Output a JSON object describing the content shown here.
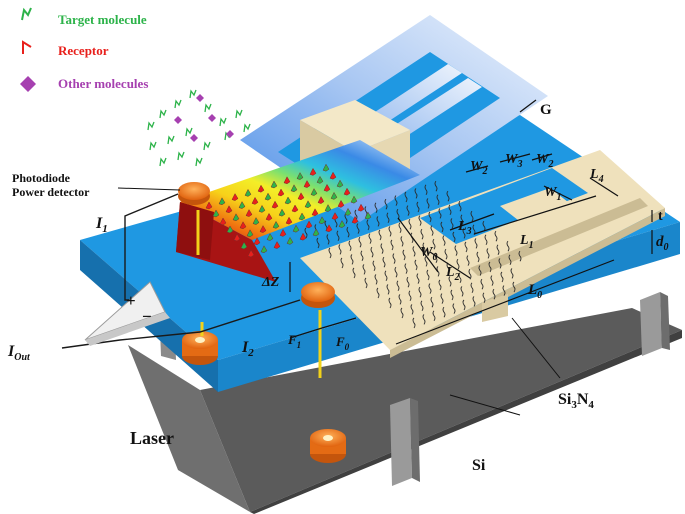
{
  "legend": {
    "target_label": "Target molecule",
    "receptor_label": "Receptor",
    "other_label": "Other molecules",
    "target_color": "#2db34a",
    "receptor_color": "#e8201c",
    "other_color": "#a640b0"
  },
  "labels": {
    "photodiode_line1": "Photodiode",
    "photodiode_line2": "Power detector",
    "laser": "Laser",
    "si": "Si",
    "si3n4_main": "Si",
    "si3n4_sub3": "3",
    "si3n4_N": "N",
    "si3n4_sub4": "4",
    "G": "G",
    "t": "t",
    "I1_main": "I",
    "I1_sub": "1",
    "I2_main": "I",
    "I2_sub": "2",
    "Iout_main": "I",
    "Iout_sub": "Out",
    "W0_main": "W",
    "W0_sub": "0",
    "W1_main": "W",
    "W1_sub": "1",
    "W2a_main": "W",
    "W2a_sub": "2",
    "W2b_main": "W",
    "W2b_sub": "2",
    "W3_main": "W",
    "W3_sub": "3",
    "L0_main": "L",
    "L0_sub": "0",
    "L1_main": "L",
    "L1_sub": "1",
    "L2_main": "L",
    "L2_sub": "2",
    "L3_main": "L",
    "L3_sub": "3",
    "L4_main": "L",
    "L4_sub": "4",
    "d0_main": "d",
    "d0_sub": "0",
    "F0_main": "F",
    "F0_sub": "0",
    "F1_main": "F",
    "F1_sub": "1",
    "dz": "ΔZ",
    "plus": "+",
    "minus": "−"
  },
  "colors": {
    "substrate_top": "#1e96e0",
    "substrate_side": "#1577b8",
    "base_plate": "#6c6c6c",
    "beam": "#efe1bc",
    "laser_orange": "#f27a1e"
  }
}
